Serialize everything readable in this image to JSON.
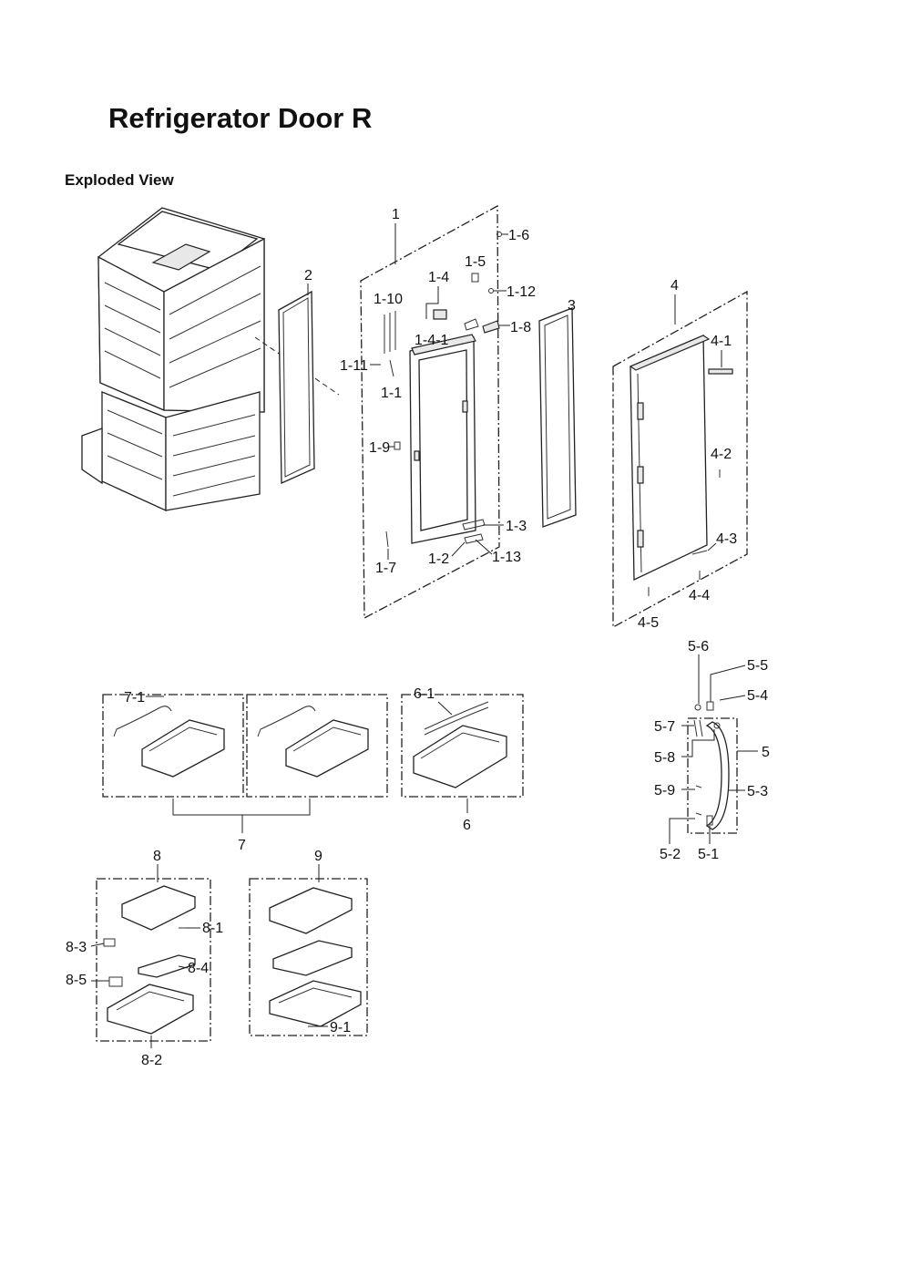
{
  "header": {
    "title": "Refrigerator Door R",
    "subtitle": "Exploded View"
  },
  "labels": {
    "p1": "1",
    "p1_1": "1-1",
    "p1_2": "1-2",
    "p1_3": "1-3",
    "p1_4": "1-4",
    "p1_4_1": "1-4-1",
    "p1_5": "1-5",
    "p1_6": "1-6",
    "p1_7": "1-7",
    "p1_8": "1-8",
    "p1_9": "1-9",
    "p1_10": "1-10",
    "p1_11": "1-11",
    "p1_12": "1-12",
    "p1_13": "1-13",
    "p2": "2",
    "p3": "3",
    "p4": "4",
    "p4_1": "4-1",
    "p4_2": "4-2",
    "p4_3": "4-3",
    "p4_4": "4-4",
    "p4_5": "4-5",
    "p5": "5",
    "p5_1": "5-1",
    "p5_2": "5-2",
    "p5_3": "5-3",
    "p5_4": "5-4",
    "p5_5": "5-5",
    "p5_6": "5-6",
    "p5_7": "5-7",
    "p5_8": "5-8",
    "p5_9": "5-9",
    "p6": "6",
    "p6_1": "6-1",
    "p7": "7",
    "p7_1": "7-1",
    "p8": "8",
    "p8_1": "8-1",
    "p8_2": "8-2",
    "p8_3": "8-3",
    "p8_4": "8-4",
    "p8_5": "8-5",
    "p9": "9",
    "p9_1": "9-1"
  }
}
